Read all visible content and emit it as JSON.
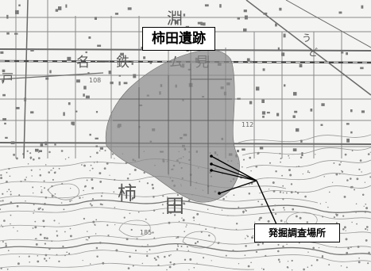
{
  "site_name": "柿田遺跡",
  "excavation_label": "発掘調査場所",
  "map_text": {
    "place_name_top": "淵",
    "place_name_kaki": "柿",
    "place_name_ta": "田",
    "railway_name": "名一鉄",
    "railway_fragment": "ム",
    "railway_fragment2": "見",
    "elevation_108": "108",
    "elevation_112": "112",
    "elevation_185": "185",
    "edge_char_left": "戸",
    "char_ue": "う",
    "char_te": "ど"
  },
  "colors": {
    "site_fill": "#8a8a8a",
    "ink": "#000000",
    "map_line": "#6e6e6e",
    "contour": "#8f8f8f"
  }
}
